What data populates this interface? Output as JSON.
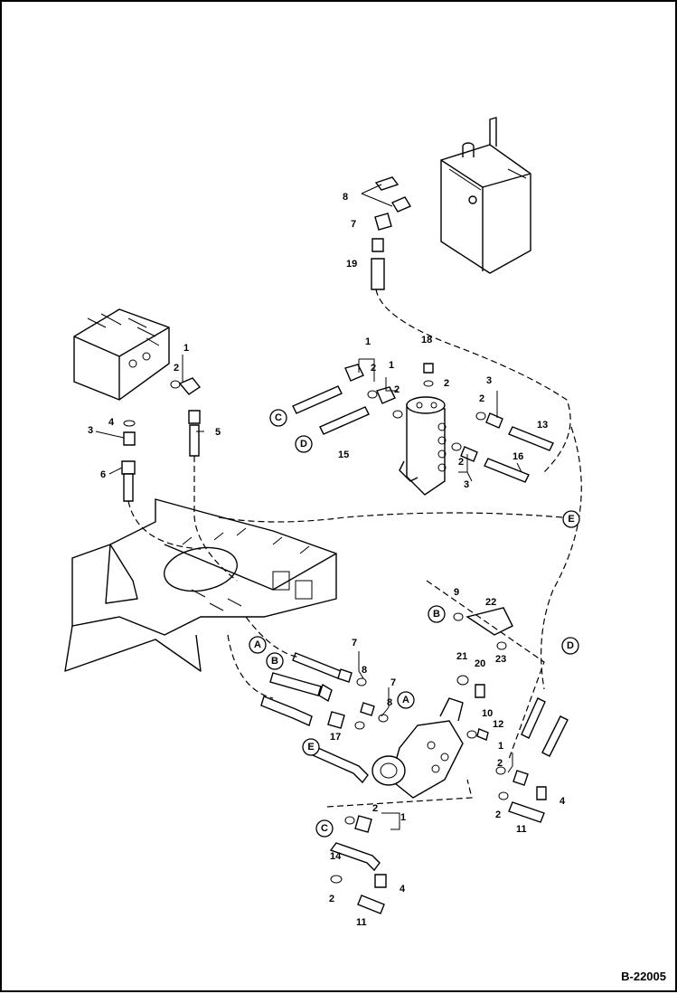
{
  "document_ref": "B-22005",
  "callouts": [
    {
      "id": "c8",
      "text": "8"
    },
    {
      "id": "c7",
      "text": "7"
    },
    {
      "id": "c19",
      "text": "19"
    },
    {
      "id": "c18",
      "text": "18"
    },
    {
      "id": "c1a",
      "text": "1"
    },
    {
      "id": "c2a",
      "text": "2"
    },
    {
      "id": "c4a",
      "text": "4"
    },
    {
      "id": "c3a",
      "text": "3"
    },
    {
      "id": "c5",
      "text": "5"
    },
    {
      "id": "c6",
      "text": "6"
    },
    {
      "id": "c1b",
      "text": "1"
    },
    {
      "id": "c2b",
      "text": "2"
    },
    {
      "id": "c1c",
      "text": "1"
    },
    {
      "id": "c2c",
      "text": "2"
    },
    {
      "id": "c2d",
      "text": "2"
    },
    {
      "id": "c15",
      "text": "15"
    },
    {
      "id": "c3b",
      "text": "3"
    },
    {
      "id": "c2e",
      "text": "2"
    },
    {
      "id": "c13",
      "text": "13"
    },
    {
      "id": "c2f",
      "text": "2"
    },
    {
      "id": "c3c",
      "text": "3"
    },
    {
      "id": "c16",
      "text": "16"
    },
    {
      "id": "c9",
      "text": "9"
    },
    {
      "id": "c22",
      "text": "22"
    },
    {
      "id": "c23",
      "text": "23"
    },
    {
      "id": "c21",
      "text": "21"
    },
    {
      "id": "c20",
      "text": "20"
    },
    {
      "id": "c7b",
      "text": "7"
    },
    {
      "id": "c8b",
      "text": "8"
    },
    {
      "id": "c7c",
      "text": "7"
    },
    {
      "id": "c8c",
      "text": "8"
    },
    {
      "id": "c17",
      "text": "17"
    },
    {
      "id": "c10",
      "text": "10"
    },
    {
      "id": "c12",
      "text": "12"
    },
    {
      "id": "c1d",
      "text": "1"
    },
    {
      "id": "c2g",
      "text": "2"
    },
    {
      "id": "c4b",
      "text": "4"
    },
    {
      "id": "c2h",
      "text": "2"
    },
    {
      "id": "c11a",
      "text": "11"
    },
    {
      "id": "c2i",
      "text": "2"
    },
    {
      "id": "c1e",
      "text": "1"
    },
    {
      "id": "c14",
      "text": "14"
    },
    {
      "id": "c4c",
      "text": "4"
    },
    {
      "id": "c2j",
      "text": "2"
    },
    {
      "id": "c11b",
      "text": "11"
    }
  ],
  "connectors": [
    {
      "id": "kC1",
      "text": "C"
    },
    {
      "id": "kD1",
      "text": "D"
    },
    {
      "id": "kE1",
      "text": "E"
    },
    {
      "id": "kA1",
      "text": "A"
    },
    {
      "id": "kB1",
      "text": "B"
    },
    {
      "id": "kB2",
      "text": "B"
    },
    {
      "id": "kD2",
      "text": "D"
    },
    {
      "id": "kA2",
      "text": "A"
    },
    {
      "id": "kE2",
      "text": "E"
    },
    {
      "id": "kC2",
      "text": "C"
    }
  ]
}
